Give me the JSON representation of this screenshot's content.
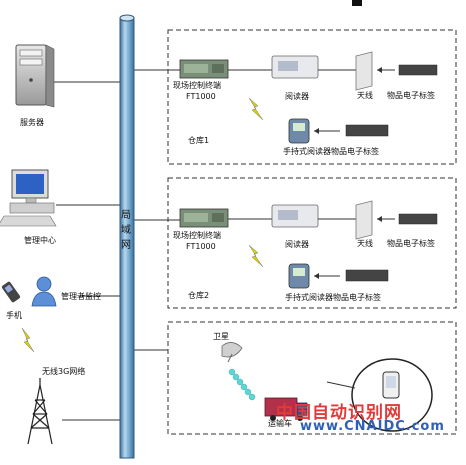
{
  "backbone": {
    "label": "局域网"
  },
  "left": {
    "server_label": "服务器",
    "mgmt_label": "管理中心",
    "supervisor_label": "管理者监控",
    "phone_label": "手机",
    "wireless_label": "无线3G网络"
  },
  "warehouse1": {
    "terminal_label": "现场控制终端",
    "terminal_model": "FT1000",
    "reader_label": "阅读器",
    "antenna_label": "天线",
    "tag_label": "物品电子标签",
    "handheld_label": "手持式阅读器物品电子标签",
    "name": "仓库1"
  },
  "warehouse2": {
    "terminal_label": "现场控制终端",
    "terminal_model": "FT1000",
    "reader_label": "阅读器",
    "antenna_label": "天线",
    "tag_label": "物品电子标签",
    "handheld_label": "手持式阅读器物品电子标签",
    "name": "仓库2"
  },
  "transport": {
    "satellite_label": "卫星",
    "vehicle_label": "运输车"
  },
  "watermark": {
    "line1": "中国自动识别网",
    "line2": "www.CNAIDC.com"
  },
  "colors": {
    "pipe": "#7fb3d8",
    "pipe_dark": "#3d6f98",
    "lightning": "#d8d200",
    "watermark_red": "#e23a3a",
    "watermark_blue": "#2f5fb8"
  }
}
